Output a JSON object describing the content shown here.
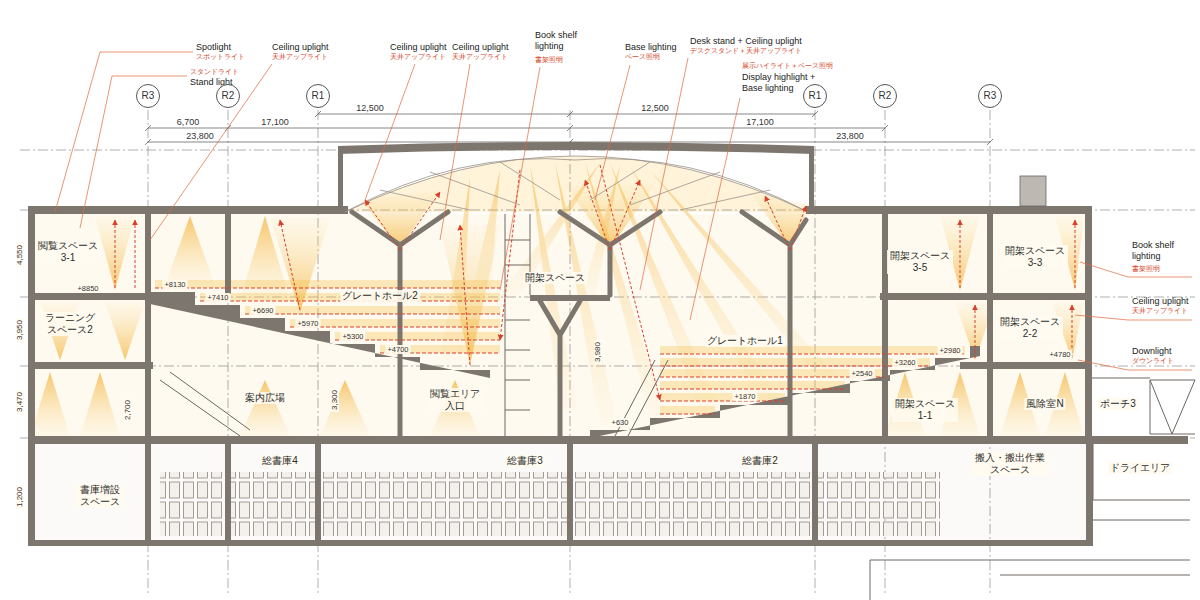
{
  "diagram": {
    "nodes": [
      {
        "text": [
          "R3"
        ]
      },
      {
        "text": [
          "R2"
        ]
      },
      {
        "text": [
          "R1"
        ]
      },
      {
        "text": [
          "R1"
        ]
      },
      {
        "text": [
          "R2"
        ]
      },
      {
        "text": [
          "R3"
        ]
      }
    ],
    "labels": [
      "Spotlight",
      "スポットライト",
      "スタンドライト",
      "Stand light",
      "Ceiling uplight",
      "天井アップライト",
      "Ceiling uplight",
      "天井アップライト",
      "Ceiling uplight",
      "天井アップライト",
      "Book shelf lighting",
      "書架照明",
      "Base lighting",
      "ベース照明",
      "Desk stand + Ceiling uplight",
      "デスクスタンド＋天井アップライト",
      "展示ハイライト＋ベース照明",
      "Display highlight + Base lighting",
      "Book shelf lighting",
      "書架照明",
      "Ceiling uplight",
      "天井アップライト",
      "Downlight",
      "ダウンライト",
      "6,700",
      "12,500",
      "17,100",
      "23,800",
      "12,500",
      "17,100",
      "23,800",
      "閲覧スペース3-1",
      "ラーニングスペース2",
      "案内広場",
      "閲覧エリア入口",
      "グレートホール2",
      "開架スペース",
      "グレートホール1",
      "開架スペース3-5",
      "開架スペース3-3",
      "開架スペース2-2",
      "開架スペース1-1",
      "風除室N",
      "ポーチ3",
      "書庫増設スペース",
      "総書庫4",
      "総書庫3",
      "総書庫2",
      "搬入・搬出作業スペース",
      "ドライエリア",
      "+8850",
      "+8130",
      "+7410",
      "+6690",
      "+5970",
      "+5300",
      "+4700",
      "+630",
      "+1870",
      "+2540",
      "+3260",
      "+2980",
      "+4780",
      "4,550",
      "3,950",
      "3,470",
      "2,700",
      "3,300",
      "3,980",
      "1,200"
    ]
  }
}
